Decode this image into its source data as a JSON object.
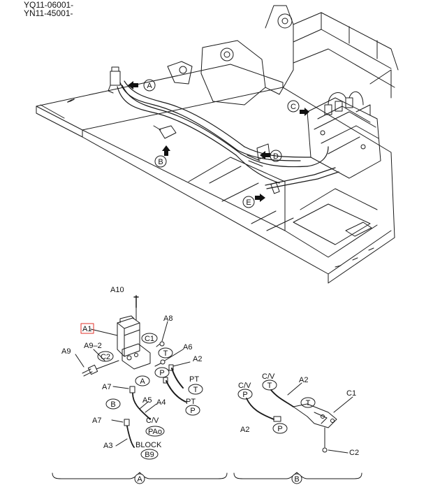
{
  "header": {
    "serial_1": "YQ11-06001-",
    "serial_2": "YN11-45001-"
  },
  "callouts": {
    "a": "A",
    "b": "B",
    "c": "C",
    "d": "D",
    "e": "E"
  },
  "parts": {
    "a1": "A1",
    "a2": "A2",
    "a3": "A3",
    "a4": "A4",
    "a5": "A5",
    "a6": "A6",
    "a7": "A7",
    "a8": "A8",
    "a9": "A9",
    "a9_2": "A9–2",
    "a10": "A10",
    "c1": "C1",
    "c2": "C2"
  },
  "port_tags": {
    "c1": "C1",
    "c2": "C2",
    "t": "T",
    "p": "P",
    "a": "A",
    "b": "B",
    "pao": "PAo",
    "b9": "B9"
  },
  "port_labels": {
    "pt": "PT",
    "cv": "C/V",
    "block": "BLOCK"
  },
  "detail_b": {
    "cv_left": "C/V",
    "cv_right": "C/V",
    "p": "P",
    "t": "T",
    "t2": "T",
    "p2": "P"
  },
  "highlight_color": "#e0302a"
}
